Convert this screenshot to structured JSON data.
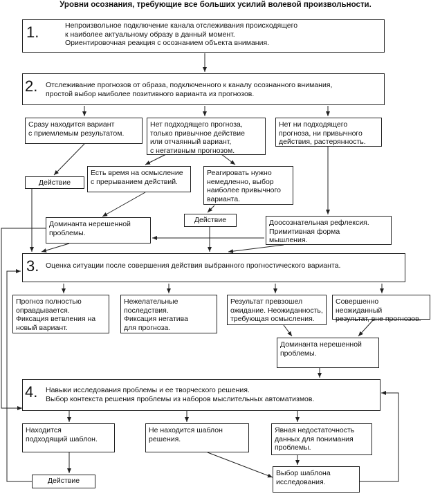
{
  "title": "Уровни осознания, требующие все больших усилий волевой произвольности.",
  "level1": {
    "number": "1.",
    "text": "Непроизвольное подключение канала отслеживания происходящего\n к наиболее актуальному образу в данный момент.\nОриентировочная реакция с осознанием объекта внимания."
  },
  "level2": {
    "number": "2.",
    "text": "Отслеживание прогнозов от образа, подключенного к каналу осознанного внимания,\nпростой выбор наиболее позитивного варианта из прогнозов."
  },
  "branch_found": "Сразу находится вариант\nс приемлемым результатом.",
  "branch_no_forecast": "Нет подходящего прогноза,\nтолько привычное действие\nили отчаянный вариант,\nс негативным прогнозом.",
  "branch_confusion": "Нет ни подходящего\nпрогноза, ни привычного\nдействия, растерянность.",
  "action_1": "Действие",
  "time_to_think": "Есть время на осмысление\nс прерыванием действий.",
  "react_now": "Реагировать нужно\nнемедленно, выбор\nнаиболее привычного\nварианта.",
  "dominant_1": "Доминанта нерешенной\nпроблемы.",
  "action_2": "Действие",
  "reflex": "Доосознательная рефлексия.\nПримитивная форма\nмышления.",
  "level3": {
    "number": "3.",
    "text": "Оценка ситуации после совершения действия выбранного прогностического варианта."
  },
  "forecast_justified": "Прогноз полностью\nоправдывается.\nФиксация ветвления на\nновый вариант.",
  "undesirable": "Нежелательные\nпоследствия.\nФиксация негатива\nдля прогноза.",
  "exceeded": "Результат превзошел\nожидание. Неожиданность,\nтребующая осмысления.",
  "unexpected": "Совершенно неожиданный\nрезультат, вне прогнозов.",
  "dominant_2": "Доминанта нерешенной\nпроблемы.",
  "level4": {
    "number": "4.",
    "text": "Навыки исследования проблемы и ее творческого решения.\nВыбор контекста решения проблемы из наборов мыслительных автоматизмов."
  },
  "template_found": "Находится\nподходящий шаблон.",
  "template_not_found": "Не находится шаблон\nрешения.",
  "insufficient_data": "Явная недостаточность\nданных для понимания\nпроблемы.",
  "action_3": "Действие",
  "research_template": "Выбор шаблона\nисследования."
}
